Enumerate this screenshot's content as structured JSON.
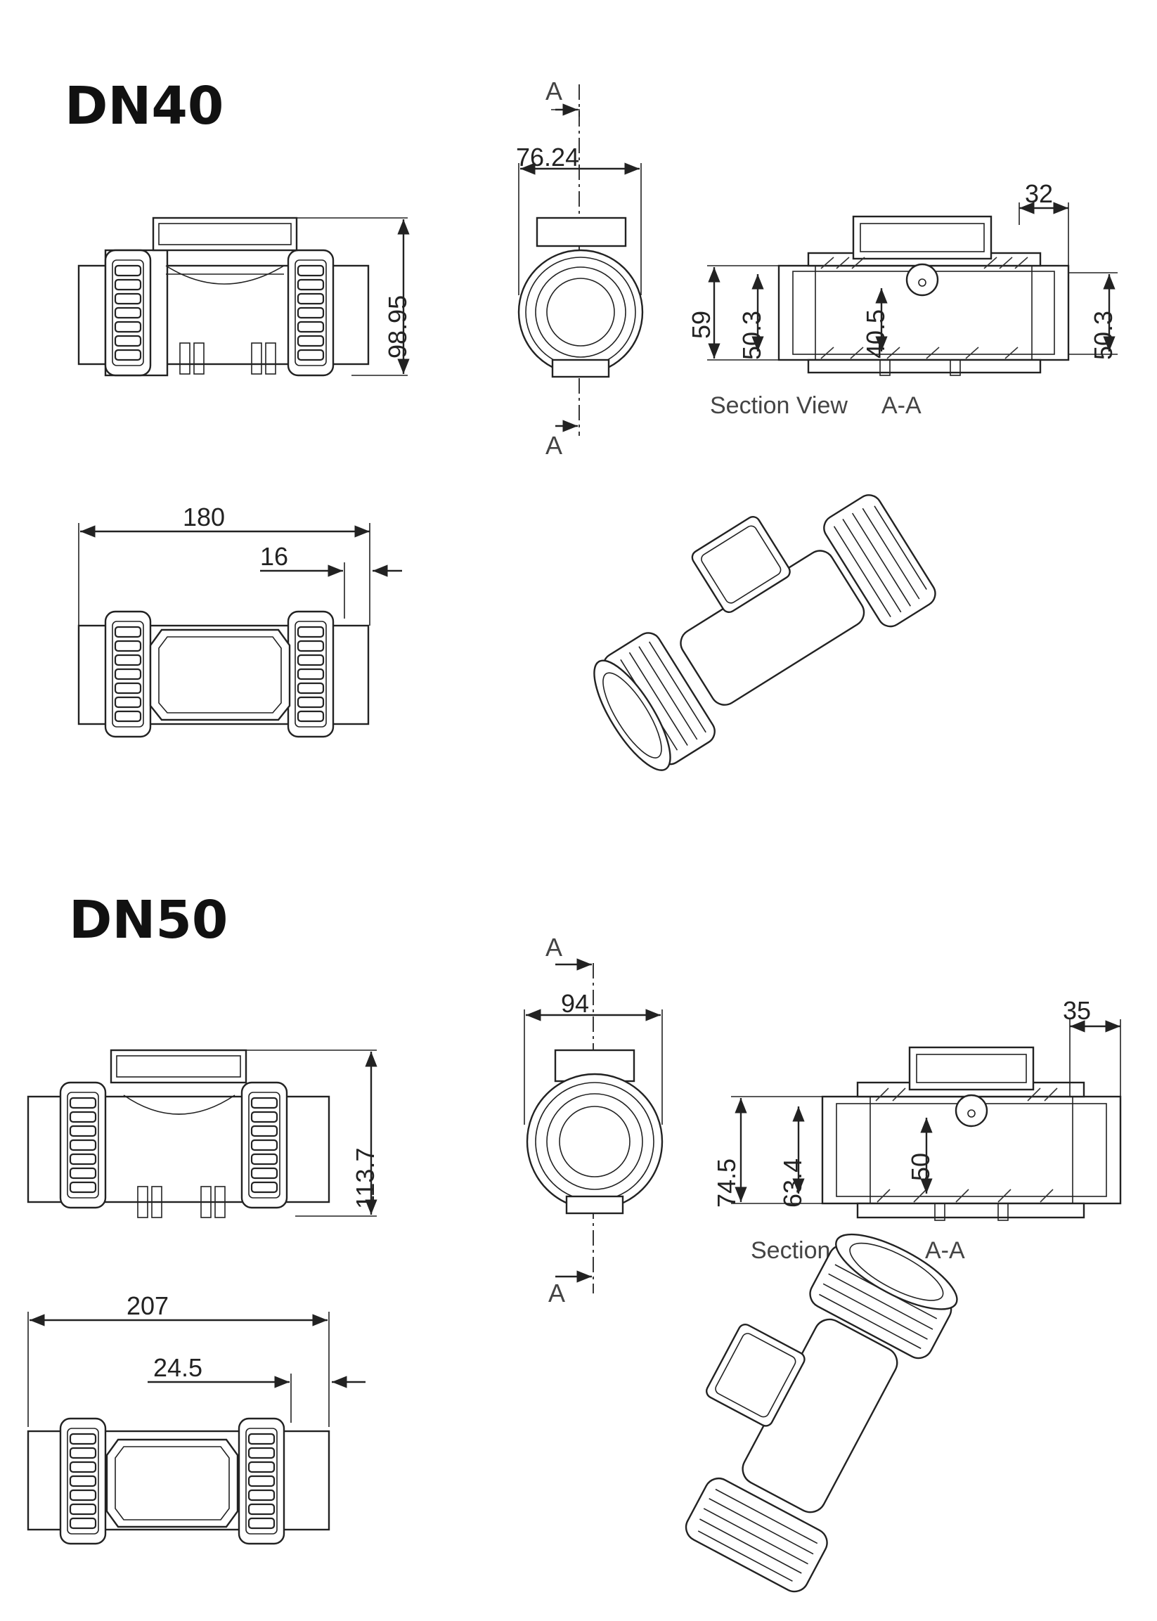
{
  "sections": [
    {
      "title": "DN40",
      "section_label": "A",
      "section_caption": "Section View",
      "section_tag": "A-A",
      "dims": {
        "height": "98.95",
        "width": "76.24",
        "top_offset": "32",
        "outer_height": "59",
        "bore_left": "50.3",
        "bore_mid": "40.5",
        "bore_right": "50.3",
        "length": "180",
        "thread": "16"
      }
    },
    {
      "title": "DN50",
      "section_label": "A",
      "section_caption": "Section View",
      "section_tag": "A-A",
      "dims": {
        "height": "113.7",
        "width": "94",
        "top_offset": "35",
        "outer_height": "74.5",
        "bore_left": "63.4",
        "bore_mid": "50",
        "length": "207",
        "thread": "24.5"
      }
    }
  ]
}
